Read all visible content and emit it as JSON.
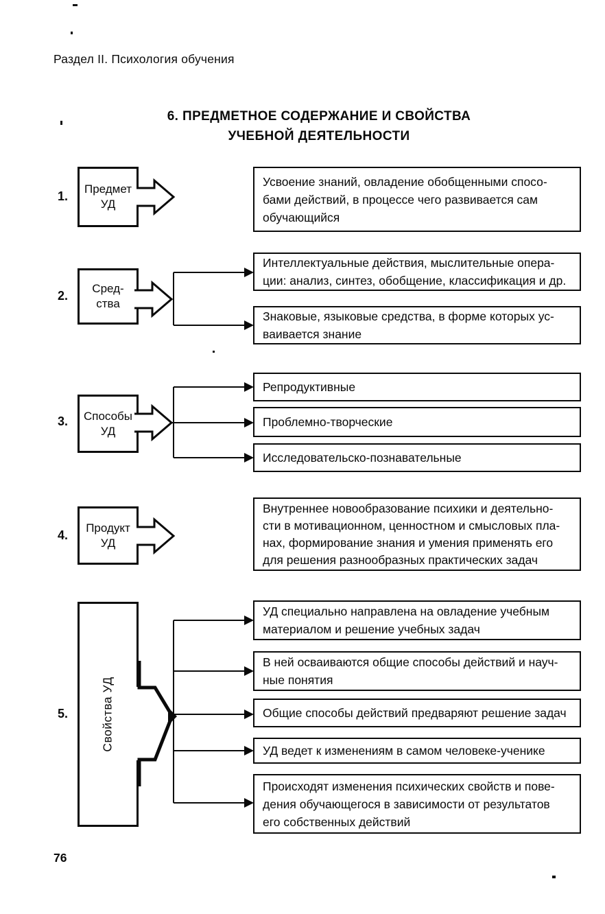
{
  "header": {
    "breadcrumb": "Раздел II. Психология обучения"
  },
  "title": {
    "line1": "6. ПРЕДМЕТНОЕ СОДЕРЖАНИЕ И СВОЙСТВА",
    "line2": "УЧЕБНОЙ ДЕЯТЕЛЬНОСТИ"
  },
  "footer": {
    "page_number": "76"
  },
  "diagram": {
    "rows": [
      {
        "number": "1.",
        "source_lines": [
          "Предмет",
          "УД"
        ],
        "targets": [
          {
            "lines": [
              "Усвоение знаний, овладение обобщенными спосо-",
              "бами действий, в процессе чего развивается сам",
              "обучающийся"
            ]
          }
        ]
      },
      {
        "number": "2.",
        "source_lines": [
          "Сред-",
          "ства"
        ],
        "targets": [
          {
            "lines": [
              "Интеллектуальные действия, мыслительные опера-",
              "ции: анализ, синтез, обобщение, классификация и др."
            ]
          },
          {
            "lines": [
              "Знаковые, языковые средства, в форме которых ус-",
              "ваивается знание"
            ]
          }
        ]
      },
      {
        "number": "3.",
        "source_lines": [
          "Способы",
          "УД"
        ],
        "targets": [
          {
            "lines": [
              "Репродуктивные"
            ]
          },
          {
            "lines": [
              "Проблемно-творческие"
            ]
          },
          {
            "lines": [
              "Исследовательско-познавательные"
            ]
          }
        ]
      },
      {
        "number": "4.",
        "source_lines": [
          "Продукт",
          "УД"
        ],
        "targets": [
          {
            "lines": [
              "Внутреннее новообразование психики и деятельно-",
              "сти в мотивационном, ценностном и смысловых пла-",
              "нах, формирование знания и умения применять его",
              "для решения разнообразных практических задач"
            ]
          }
        ]
      },
      {
        "number": "5.",
        "source_label": "Свойства УД",
        "targets": [
          {
            "lines": [
              "УД специально направлена на овладение учебным",
              "материалом и решение учебных задач"
            ]
          },
          {
            "lines": [
              "В ней осваиваются общие способы действий и науч-",
              "ные понятия"
            ]
          },
          {
            "lines": [
              "Общие способы действий предваряют решение задач"
            ]
          },
          {
            "lines": [
              "УД ведет к изменениям в самом человеке-ученике"
            ]
          },
          {
            "lines": [
              "Происходят изменения психических свойств и пове-",
              "дения обучающегося в зависимости от результатов",
              "его собственных действий"
            ]
          }
        ]
      }
    ]
  }
}
